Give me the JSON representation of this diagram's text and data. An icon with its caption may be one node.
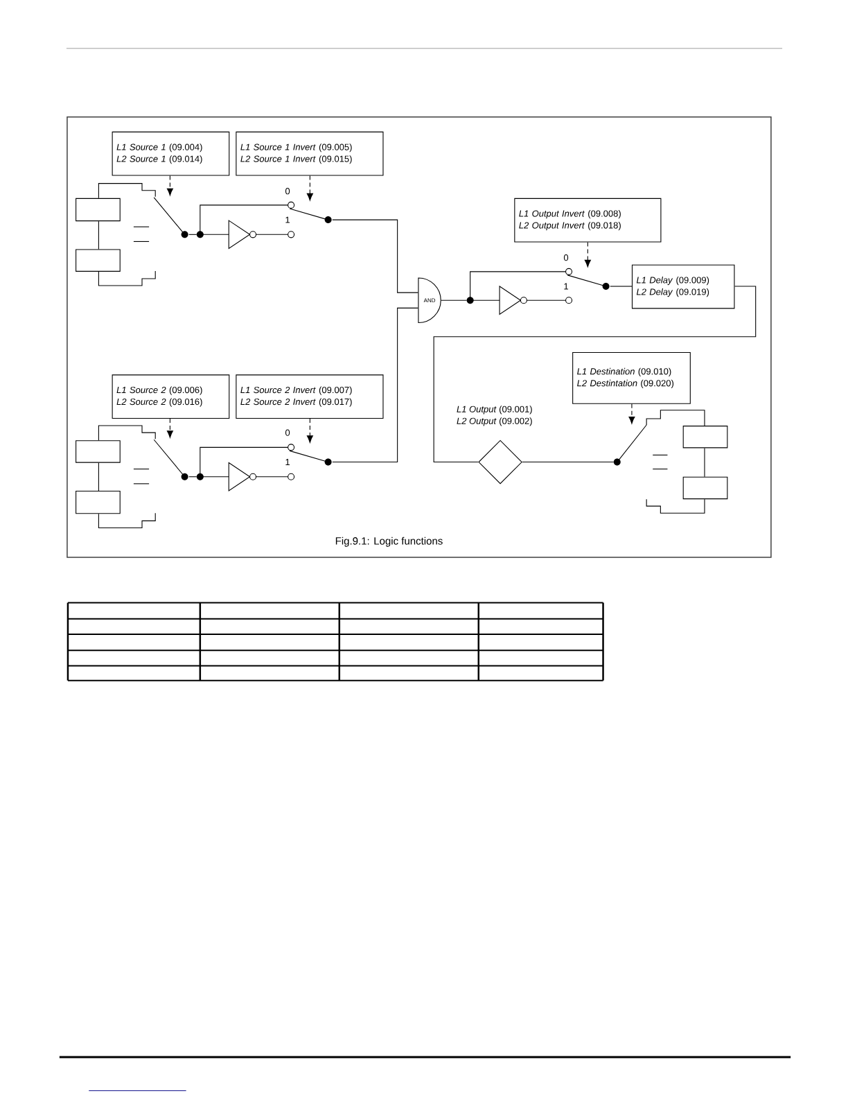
{
  "diagram": {
    "caption": "Fig.9.1: Logic functions",
    "nodes": [
      {
        "text": [
          "*L1 Source 1* (09.004)",
          "*L2 Source 1* (09.014)"
        ]
      },
      {
        "text": [
          "*L1 Source 1 Invert* (09.005)",
          "*L2 Source 1 Invert* (09.015)"
        ]
      },
      {
        "text": [
          "*L1 Output Invert* (09.008)",
          "*L2 Output Invert* (09.018)"
        ]
      },
      {
        "text": [
          "*L1 Delay* (09.009)",
          "*L2 Delay* (09.019)"
        ]
      },
      {
        "text": [
          "AND"
        ]
      },
      {
        "text": [
          "*L1 Source 2* (09.006)",
          "*L2 Source 2* (09.016)"
        ]
      },
      {
        "text": [
          "*L1 Source 2 Invert* (09.007)",
          "*L2 Source 2 Invert* (09.017)"
        ]
      },
      {
        "text": [
          "*L1 Destination* (09.010)",
          "*L2 Destintation* (09.020)"
        ]
      },
      {
        "text": [],
        "shape": "diamond",
        "beside": [
          "*L1 Output* (09.001)",
          "*L2 Output* (09.002)"
        ]
      },
      {
        "text": [],
        "shape": "box"
      },
      {
        "text": [],
        "shape": "box"
      },
      {
        "text": [],
        "shape": "box"
      },
      {
        "text": [],
        "shape": "box"
      },
      {
        "text": [],
        "shape": "box"
      },
      {
        "text": [],
        "shape": "box"
      },
      {
        "text": [],
        "shape": "switch"
      },
      {
        "text": [],
        "shape": "switch"
      },
      {
        "text": [],
        "shape": "switch"
      },
      {
        "text": [],
        "shape": "switch"
      },
      {
        "text": [],
        "shape": "switch"
      },
      {
        "text": [],
        "shape": "switch"
      }
    ],
    "edges": [
      {
        "from": 0,
        "to": 15,
        "arrow": "to",
        "style": "dashed"
      },
      {
        "from": 1,
        "to": 16,
        "arrow": "to",
        "style": "dashed"
      },
      {
        "from": 2,
        "to": 17,
        "arrow": "to",
        "style": "dashed"
      },
      {
        "from": 16,
        "to": 4,
        "arrow": "none"
      },
      {
        "from": 5,
        "to": 18,
        "arrow": "to",
        "style": "dashed"
      },
      {
        "from": 6,
        "to": 19,
        "arrow": "to",
        "style": "dashed"
      },
      {
        "from": 19,
        "to": 4,
        "arrow": "none"
      },
      {
        "from": 4,
        "to": 17,
        "arrow": "none"
      },
      {
        "from": 17,
        "to": 3,
        "arrow": "none"
      },
      {
        "from": 3,
        "to": 8,
        "arrow": "none"
      },
      {
        "from": 7,
        "to": 20,
        "arrow": "to",
        "style": "dashed"
      },
      {
        "from": 8,
        "to": 20,
        "arrow": "none"
      },
      {
        "from": 9,
        "to": 10,
        "arrow": "none"
      },
      {
        "from": 11,
        "to": 12,
        "arrow": "none"
      },
      {
        "from": 13,
        "to": 14,
        "arrow": "none"
      },
      {
        "from": 9,
        "to": 15,
        "arrow": "none"
      },
      {
        "from": 10,
        "to": 15,
        "arrow": "none"
      },
      {
        "from": 11,
        "to": 18,
        "arrow": "none"
      },
      {
        "from": 12,
        "to": 18,
        "arrow": "none"
      },
      {
        "from": 13,
        "to": 20,
        "arrow": "none"
      },
      {
        "from": 14,
        "to": 20,
        "arrow": "none"
      },
      {
        "from": 15,
        "to": 16,
        "arrow": "none"
      },
      {
        "from": 18,
        "to": 19,
        "arrow": "none"
      }
    ],
    "labels": [
      "0",
      "1",
      "0",
      "1",
      "0",
      "1"
    ]
  }
}
